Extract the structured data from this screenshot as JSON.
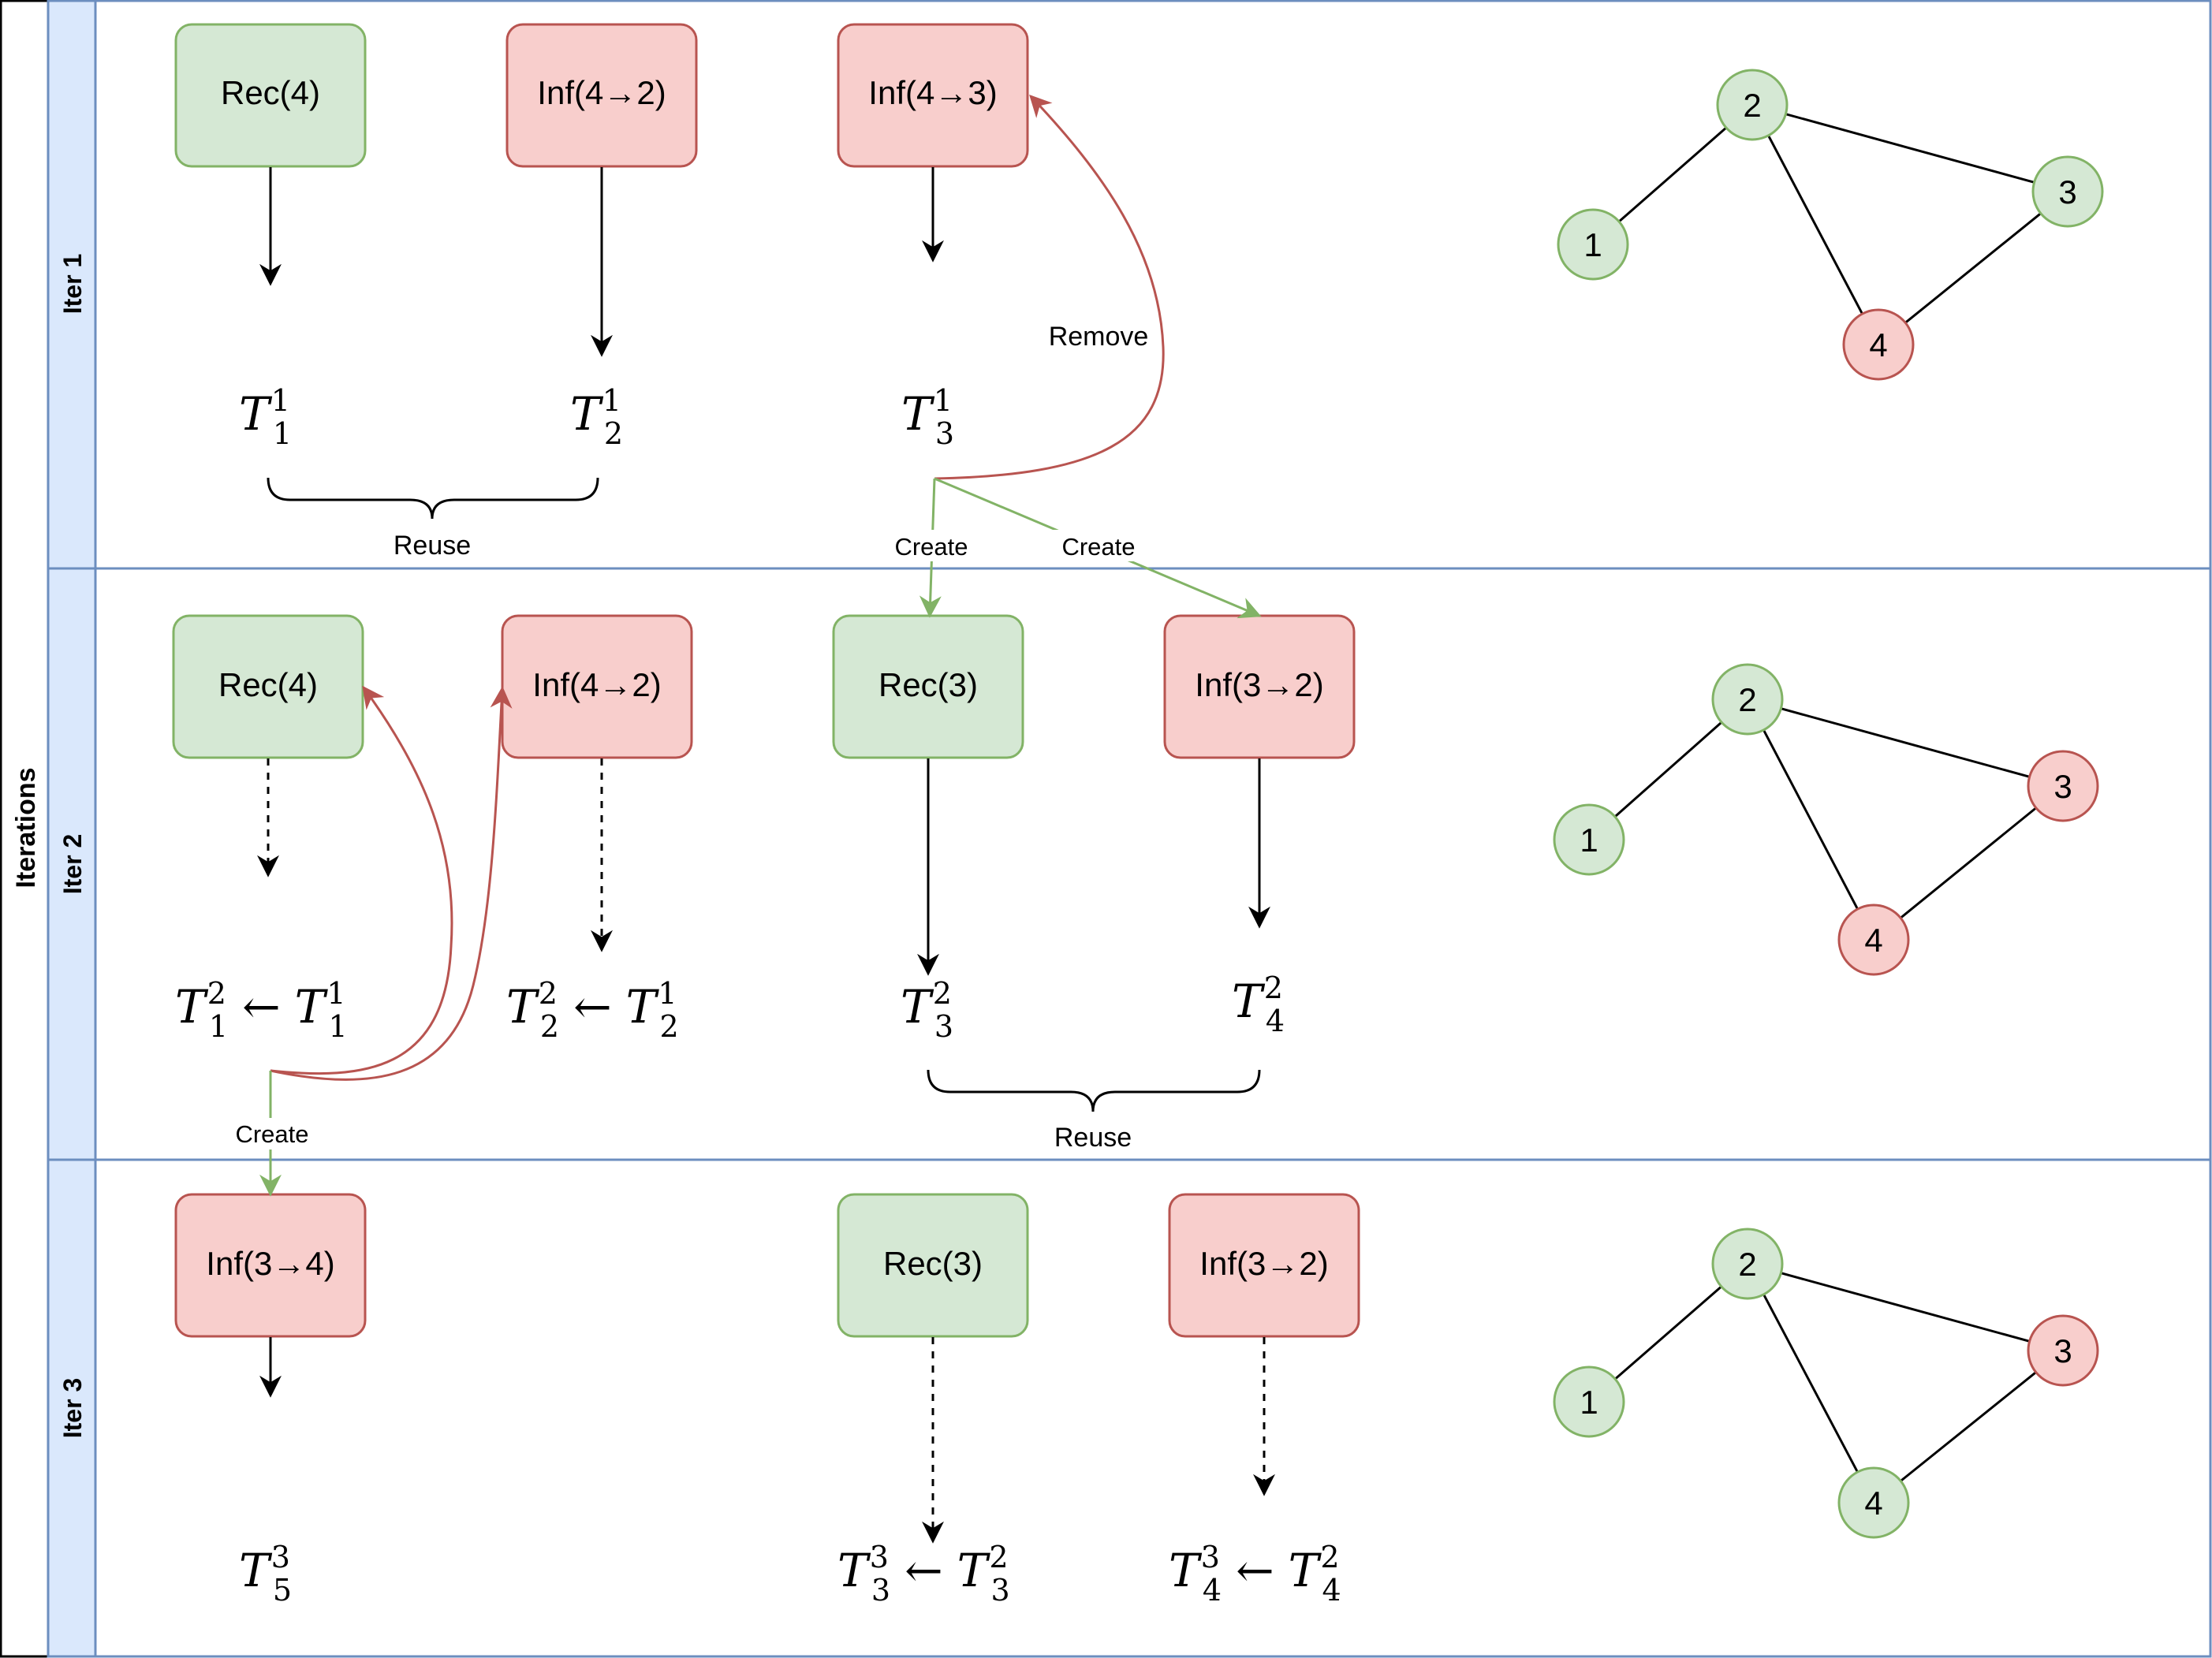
{
  "pool": {
    "title": "Iterations"
  },
  "lanes": [
    {
      "label": "Iter 1"
    },
    {
      "label": "Iter 2"
    },
    {
      "label": "Iter 3"
    }
  ],
  "boxes": {
    "i1_rec4": "Rec(4)",
    "i1_inf42": "Inf(4→2)",
    "i1_inf43": "Inf(4→3)",
    "i2_rec4": "Rec(4)",
    "i2_inf42": "Inf(4→2)",
    "i2_rec3": "Rec(3)",
    "i2_inf32": "Inf(3→2)",
    "i3_inf34": "Inf(3→4)",
    "i3_rec3": "Rec(3)",
    "i3_inf32": "Inf(3→2)"
  },
  "terms": {
    "t11": {
      "base": "T",
      "sub": "1",
      "sup": "1"
    },
    "t21": {
      "base": "T",
      "sub": "2",
      "sup": "1"
    },
    "t31": {
      "base": "T",
      "sub": "3",
      "sup": "1"
    },
    "t12": {
      "base": "T",
      "sub": "1",
      "sup": "2"
    },
    "t11b": {
      "base": "T",
      "sub": "1",
      "sup": "1"
    },
    "t22": {
      "base": "T",
      "sub": "2",
      "sup": "2"
    },
    "t21b": {
      "base": "T",
      "sub": "2",
      "sup": "1"
    },
    "t32": {
      "base": "T",
      "sub": "3",
      "sup": "2"
    },
    "t42": {
      "base": "T",
      "sub": "4",
      "sup": "2"
    },
    "t53": {
      "base": "T",
      "sub": "5",
      "sup": "3"
    },
    "t33": {
      "base": "T",
      "sub": "3",
      "sup": "3"
    },
    "t32b": {
      "base": "T",
      "sub": "3",
      "sup": "2"
    },
    "t43": {
      "base": "T",
      "sub": "4",
      "sup": "3"
    },
    "t42b": {
      "base": "T",
      "sub": "4",
      "sup": "2"
    },
    "arrow": "←"
  },
  "edge_labels": {
    "reuse_1": "Reuse",
    "remove": "Remove",
    "create_a": "Create",
    "create_b": "Create",
    "reuse_2": "Reuse",
    "create_c": "Create"
  },
  "graphs": [
    {
      "nodes": [
        {
          "label": "1",
          "state": "green"
        },
        {
          "label": "2",
          "state": "green"
        },
        {
          "label": "3",
          "state": "green"
        },
        {
          "label": "4",
          "state": "red"
        }
      ]
    },
    {
      "nodes": [
        {
          "label": "1",
          "state": "green"
        },
        {
          "label": "2",
          "state": "green"
        },
        {
          "label": "3",
          "state": "red"
        },
        {
          "label": "4",
          "state": "red"
        }
      ]
    },
    {
      "nodes": [
        {
          "label": "1",
          "state": "green"
        },
        {
          "label": "2",
          "state": "green"
        },
        {
          "label": "3",
          "state": "red"
        },
        {
          "label": "4",
          "state": "green"
        }
      ]
    }
  ],
  "colors": {
    "green_fill": "#d5e8d4",
    "green_stroke": "#82b366",
    "red_fill": "#f8cecc",
    "red_stroke": "#b85450",
    "lane_fill": "#dae8fc",
    "lane_stroke": "#6c8ebf"
  }
}
